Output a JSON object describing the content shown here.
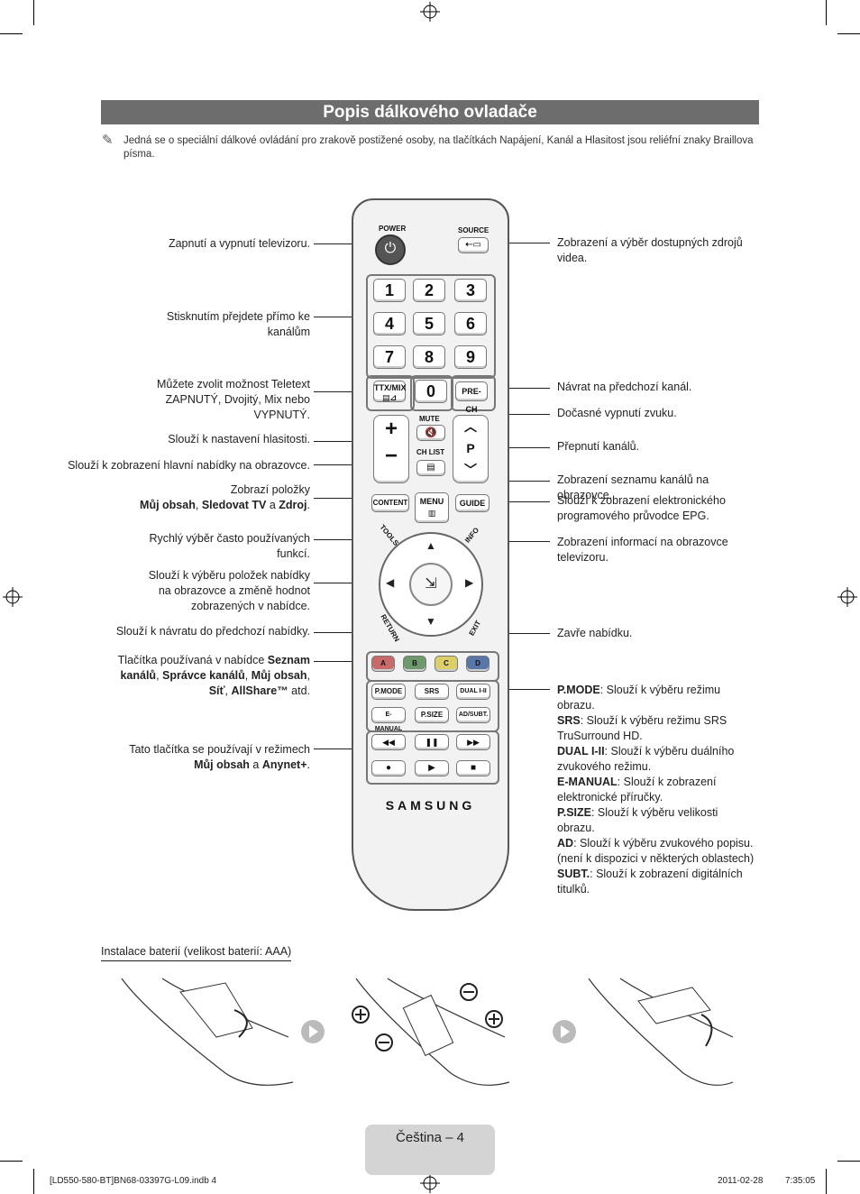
{
  "header": {
    "title": "Popis dálkového ovladače"
  },
  "note": {
    "text": "Jedná se o speciální dálkové ovládání pro zrakově postižené osoby, na tlačítkách Napájení, Kanál a Hlasitost jsou reliéfní znaky Braillova písma."
  },
  "left_labels": {
    "power": "Zapnutí a vypnutí televizoru.",
    "numbers": "Stisknutím přejdete přímo ke kanálům",
    "ttx_line1": "Můžete zvolit možnost Teletext",
    "ttx_line2": "ZAPNUTÝ, Dvojitý, Mix nebo",
    "ttx_line3": "VYPNUTÝ.",
    "volume": "Slouží k nastavení hlasitosti.",
    "menu": "Slouží k zobrazení hlavní nabídky na obrazovce.",
    "content_line1": "Zobrazí položky",
    "content_a": "Můj obsah",
    "content_b": "Sledovat TV",
    "content_c": "Zdroj",
    "content_sep1": ", ",
    "content_sep2": " a ",
    "content_end": ".",
    "tools": "Rychlý výběr často používaných funkcí.",
    "nav": "Slouží k výběru položek nabídky na obrazovce a změně hodnot zobrazených v nabídce.",
    "return": "Slouží k návratu do předchozí nabídky.",
    "color_pre": "Tlačítka používaná v nabídce ",
    "color_a": "Seznam kanálů",
    "color_b": "Správce kanálů",
    "color_c": "Můj obsah",
    "color_d": "Síť",
    "color_e": "AllShare™",
    "color_end": " atd.",
    "media_pre": "Tato tlačítka se používají v režimech",
    "media_a": "Můj obsah",
    "media_b": "Anynet+"
  },
  "right_labels": {
    "source": "Zobrazení a výběr dostupných zdrojů videa.",
    "prech": "Návrat na předchozí kanál.",
    "mute": "Dočasné vypnutí zvuku.",
    "channel": "Přepnutí kanálů.",
    "chlist": "Zobrazení seznamu kanálů na obrazovce.",
    "guide": "Slouží k zobrazení elektronického programového průvodce EPG.",
    "info": "Zobrazení informací na obrazovce televizoru.",
    "exit": "Zavře nabídku.",
    "pmode_k": "P.MODE",
    "pmode_v": ": Slouží k výběru režimu obrazu.",
    "srs_k": "SRS",
    "srs_v": ": Slouží k výběru režimu SRS TruSurround HD.",
    "dual_k": "DUAL I-II",
    "dual_v": ": Slouží k výběru duálního zvukového režimu.",
    "eman_k": "E-MANUAL",
    "eman_v": ": Slouží k zobrazení elektronické příručky.",
    "psize_k": "P.SIZE",
    "psize_v": ": Slouží k výběru velikosti obrazu.",
    "ad_k": "AD",
    "ad_v": ": Slouží k výběru zvukového popisu. (není k dispozici v některých oblastech)",
    "subt_k": "SUBT.",
    "subt_v": ": Slouží k zobrazení digitálních titulků."
  },
  "remote": {
    "power": "POWER",
    "source": "SOURCE",
    "digits": [
      "1",
      "2",
      "3",
      "4",
      "5",
      "6",
      "7",
      "8",
      "9"
    ],
    "zero": "0",
    "ttx": "TTX/MIX",
    "prech": "PRE-CH",
    "mute": "MUTE",
    "chlist": "CH LIST",
    "p": "P",
    "content": "CONTENT",
    "menu": "MENU",
    "guide": "GUIDE",
    "tools": "TOOLS",
    "info": "INFO",
    "return": "RETURN",
    "exit": "EXIT",
    "colors": [
      "A",
      "B",
      "C",
      "D"
    ],
    "pmode": "P.MODE",
    "srs": "SRS",
    "dual": "DUAL I-II",
    "emanual": "E-MANUAL",
    "psize": "P.SIZE",
    "adsubt": "AD/SUBT.",
    "brand": "SAMSUNG"
  },
  "battery": {
    "title": "Instalace baterií (velikost baterií: AAA)"
  },
  "footer": {
    "page": "Čeština – 4",
    "file": "[LD550-580-BT]BN68-03397G-L09.indb   4",
    "date": "2011-02-28",
    "time": "7:35:05"
  }
}
